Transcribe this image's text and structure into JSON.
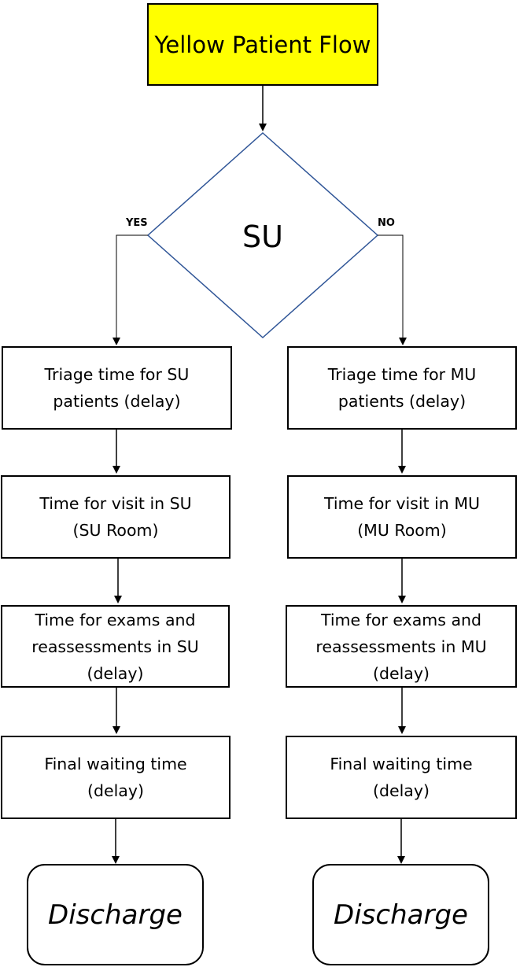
{
  "diagram": {
    "title": "Yellow Patient Flow",
    "decision": "SU",
    "branches": {
      "yes": "YES",
      "no": "NO"
    },
    "left": {
      "triage": "Triage time for SU\npatients (delay)",
      "visit": "Time for visit in SU\n(SU Room)",
      "exams": "Time for exams and\nreassessments in SU\n(delay)",
      "final": "Final waiting time\n(delay)",
      "end": "Discharge"
    },
    "right": {
      "triage": "Triage time for MU\npatients (delay)",
      "visit": "Time for visit in MU\n(MU Room)",
      "exams": "Time for exams and\nreassessments in MU\n(delay)",
      "final": "Final waiting time\n(delay)",
      "end": "Discharge"
    }
  },
  "colors": {
    "title_fill": "#ffff00",
    "decision_stroke": "#2f5597",
    "box_stroke": "#000000"
  }
}
